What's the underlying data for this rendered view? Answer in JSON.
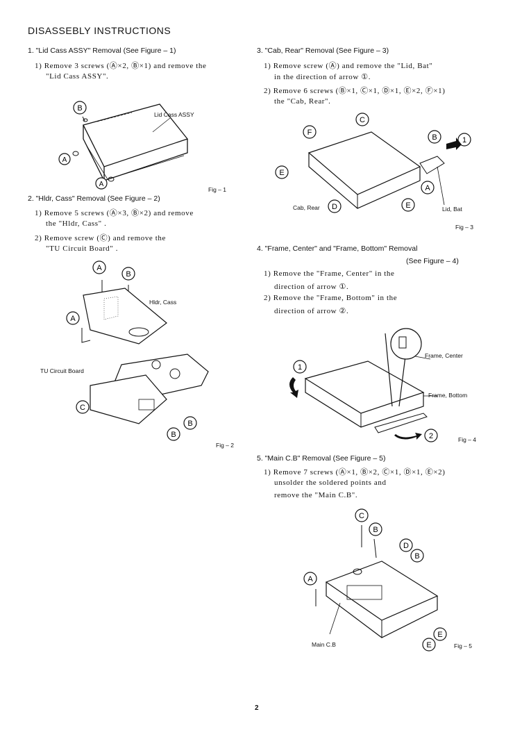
{
  "header": {
    "title": "DISASSEBLY INSTRUCTIONS"
  },
  "sections": {
    "s1": {
      "heading": "1.  \"Lid Cass ASSY\"  Removal (See Figure – 1)",
      "steps": [
        "1) Remove 3 screws (Ⓐ×2, Ⓑ×1) and remove the",
        "\"Lid Cass ASSY\"."
      ],
      "figure": {
        "part_label": "Lid Cass ASSY",
        "caption": "Fig – 1",
        "callouts": [
          "B",
          "A",
          "A"
        ]
      }
    },
    "s2": {
      "heading": "2.  \"Hldr, Cass\"  Removal  (See Figure – 2)",
      "steps": [
        "1) Remove 5 screws (Ⓐ×3, Ⓑ×2) and remove",
        "the  \"Hldr, Cass\" .",
        "2) Remove screw (Ⓒ) and remove the",
        "\"TU Circuit Board\" ."
      ],
      "figure": {
        "part_label_1": "Hldr, Cass",
        "part_label_2": "TU Circuit Board",
        "caption": "Fig – 2",
        "callouts": [
          "A",
          "B",
          "A",
          "C",
          "B",
          "B"
        ]
      }
    },
    "s3": {
      "heading": "3.  \"Cab, Rear\"  Removal (See Figure – 3)",
      "steps": [
        "1) Remove screw (Ⓐ) and remove the \"Lid, Bat\"",
        "in the direction of arrow ①.",
        "2) Remove 6 screws (Ⓑ×1, Ⓒ×1, Ⓓ×1, Ⓔ×2, Ⓕ×1)",
        "the \"Cab, Rear\"."
      ],
      "figure": {
        "part_label_1": "Cab, Rear",
        "part_label_2": "Lid, Bat",
        "caption": "Fig – 3",
        "callouts": [
          "C",
          "F",
          "B",
          "1",
          "E",
          "A",
          "D",
          "E"
        ]
      }
    },
    "s4": {
      "heading": "4.  \"Frame, Center\"  and  \"Frame, Bottom\"  Removal",
      "heading_2": "(See Figure – 4)",
      "steps": [
        "1) Remove the \"Frame, Center\" in the",
        "direction of arrow ①.",
        "2) Remove the \"Frame, Bottom\" in the",
        "direction of arrow ②."
      ],
      "figure": {
        "part_label_1": "Frame, Center",
        "part_label_2": "Frame, Bottom",
        "caption": "Fig – 4",
        "callouts": [
          "1",
          "2"
        ]
      }
    },
    "s5": {
      "heading": "5.  \"Main C.B\"  Removal (See Figure – 5)",
      "steps": [
        "1) Remove 7 screws (Ⓐ×1, Ⓑ×2, Ⓒ×1, Ⓓ×1, Ⓔ×2)",
        "unsolder the soldered points and",
        "remove the \"Main C.B\"."
      ],
      "figure": {
        "part_label": "Main C.B",
        "caption": "Fig – 5",
        "callouts": [
          "C",
          "B",
          "D",
          "B",
          "A",
          "E",
          "E"
        ]
      }
    }
  },
  "footer": {
    "page_number": "2"
  }
}
